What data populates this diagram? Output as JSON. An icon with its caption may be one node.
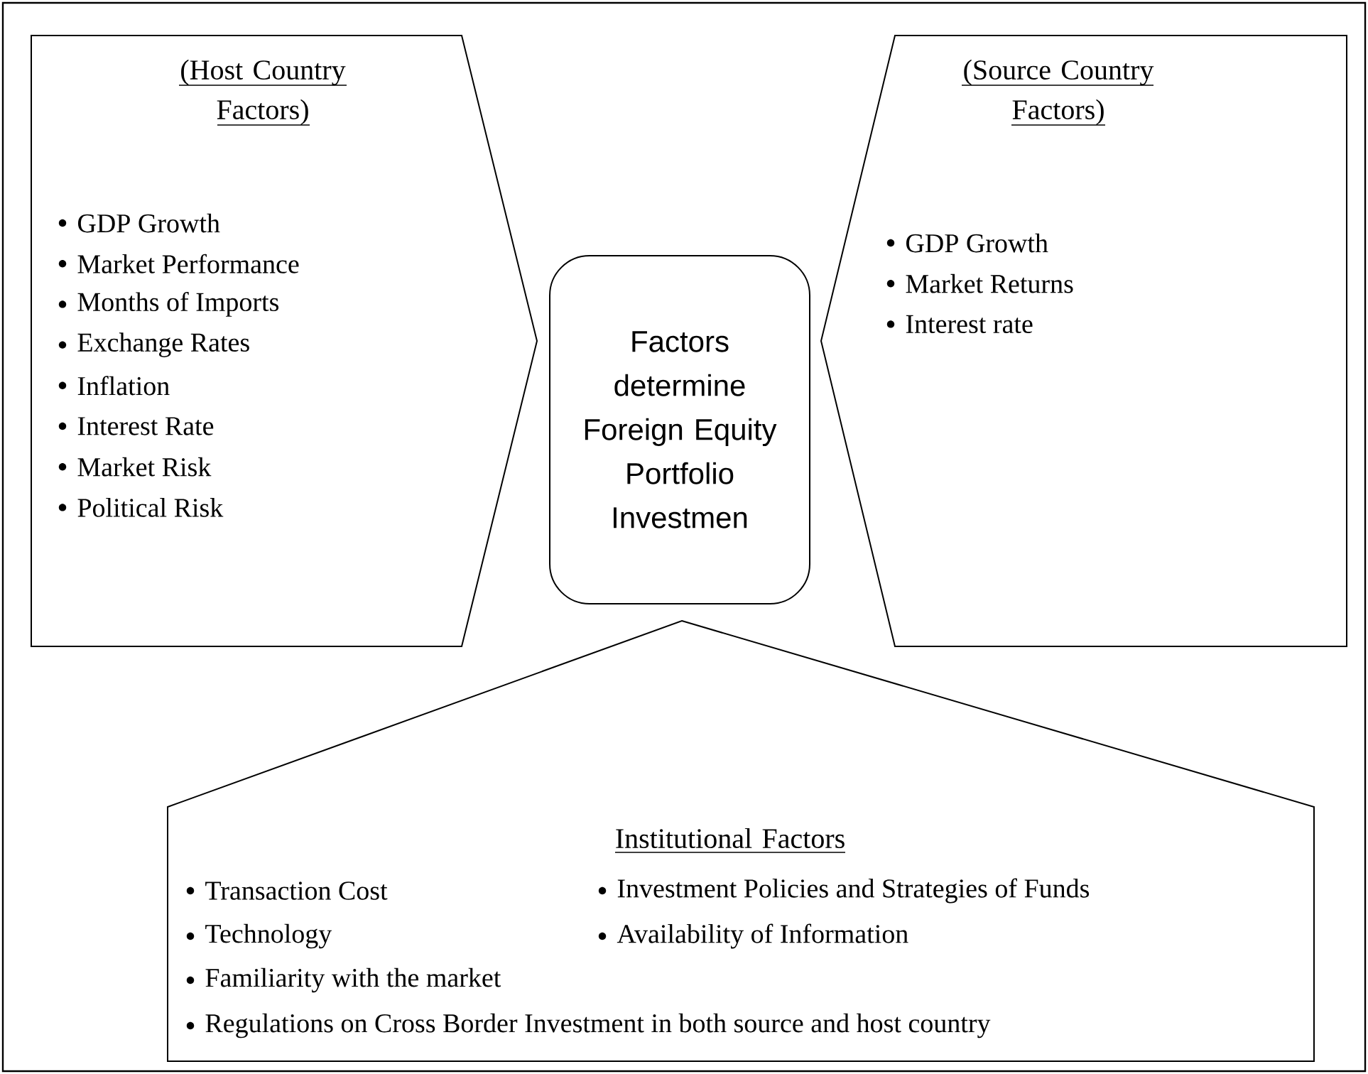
{
  "diagram": {
    "nodes": [
      {
        "text": [
          "(Host Country Factors)",
          "GDP Growth",
          "Market Performance",
          "Months of Imports",
          "Exchange Rates",
          "Inflation",
          "Interest Rate",
          "Market Risk",
          "Political Risk"
        ]
      },
      {
        "text": [
          "Factors determine Foreign Equity Portfolio Investmen"
        ]
      },
      {
        "text": [
          "(Source Country Factors)",
          "GDP Growth",
          "Market Returns",
          "Interest rate"
        ]
      },
      {
        "text": [
          "Institutional Factors",
          "Transaction Cost",
          "Investment Policies and Strategies of Funds",
          "Technology",
          "Availability of Information",
          "Familiarity with the market",
          "Regulations on Cross Border Investment in both source and host country"
        ]
      }
    ]
  }
}
